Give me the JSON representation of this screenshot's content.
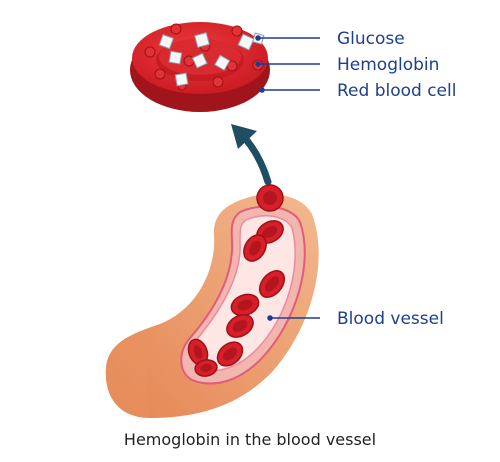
{
  "labels": {
    "glucose": "Glucose",
    "hemoglobin": "Hemoglobin",
    "red_blood_cell": "Red blood cell",
    "blood_vessel": "Blood vessel"
  },
  "caption": "Hemoglobin in the blood vessel",
  "colors": {
    "label_text": "#1d3f8f",
    "leader_line": "#1d3f8f",
    "arrow": "#1f4e63",
    "cell_red": "#d81e28",
    "cell_dark": "#a0141c",
    "vessel_outer": "#e8915f",
    "vessel_inner_wall": "#f3b6ae",
    "vessel_lumen": "#fde6e3"
  },
  "icons": {
    "arrow": "curved-arrow-up-icon",
    "glucose": "glucose-crystal-icon",
    "hemoglobin": "hemoglobin-dot-icon"
  }
}
